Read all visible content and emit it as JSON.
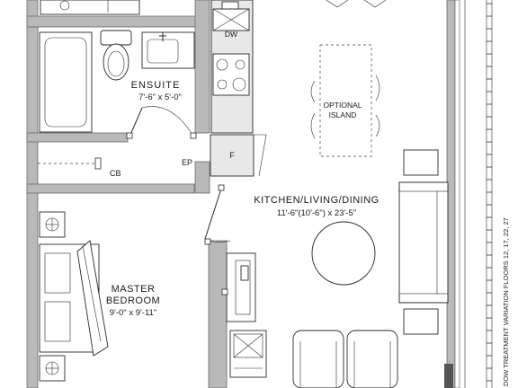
{
  "rooms": {
    "ensuite": {
      "name": "ENSUITE",
      "size": "7'-6\" x 5'-0\""
    },
    "kitchen": {
      "name": "KITCHEN/LIVING/DINING",
      "size": "11'-6\"(10'-6\") x 23'-5\""
    },
    "master": {
      "name_line1": "MASTER",
      "name_line2": "BEDROOM",
      "size": "9'-0\" x 9'-11\""
    }
  },
  "labels": {
    "dw": "DW",
    "fridge": "F",
    "ep": "EP",
    "cb": "CB",
    "island_line1": "OPTIONAL",
    "island_line2": "ISLAND"
  },
  "side_note": "DOW TREATMENT VARIATION FLOORS  12, 17, 22, 27"
}
